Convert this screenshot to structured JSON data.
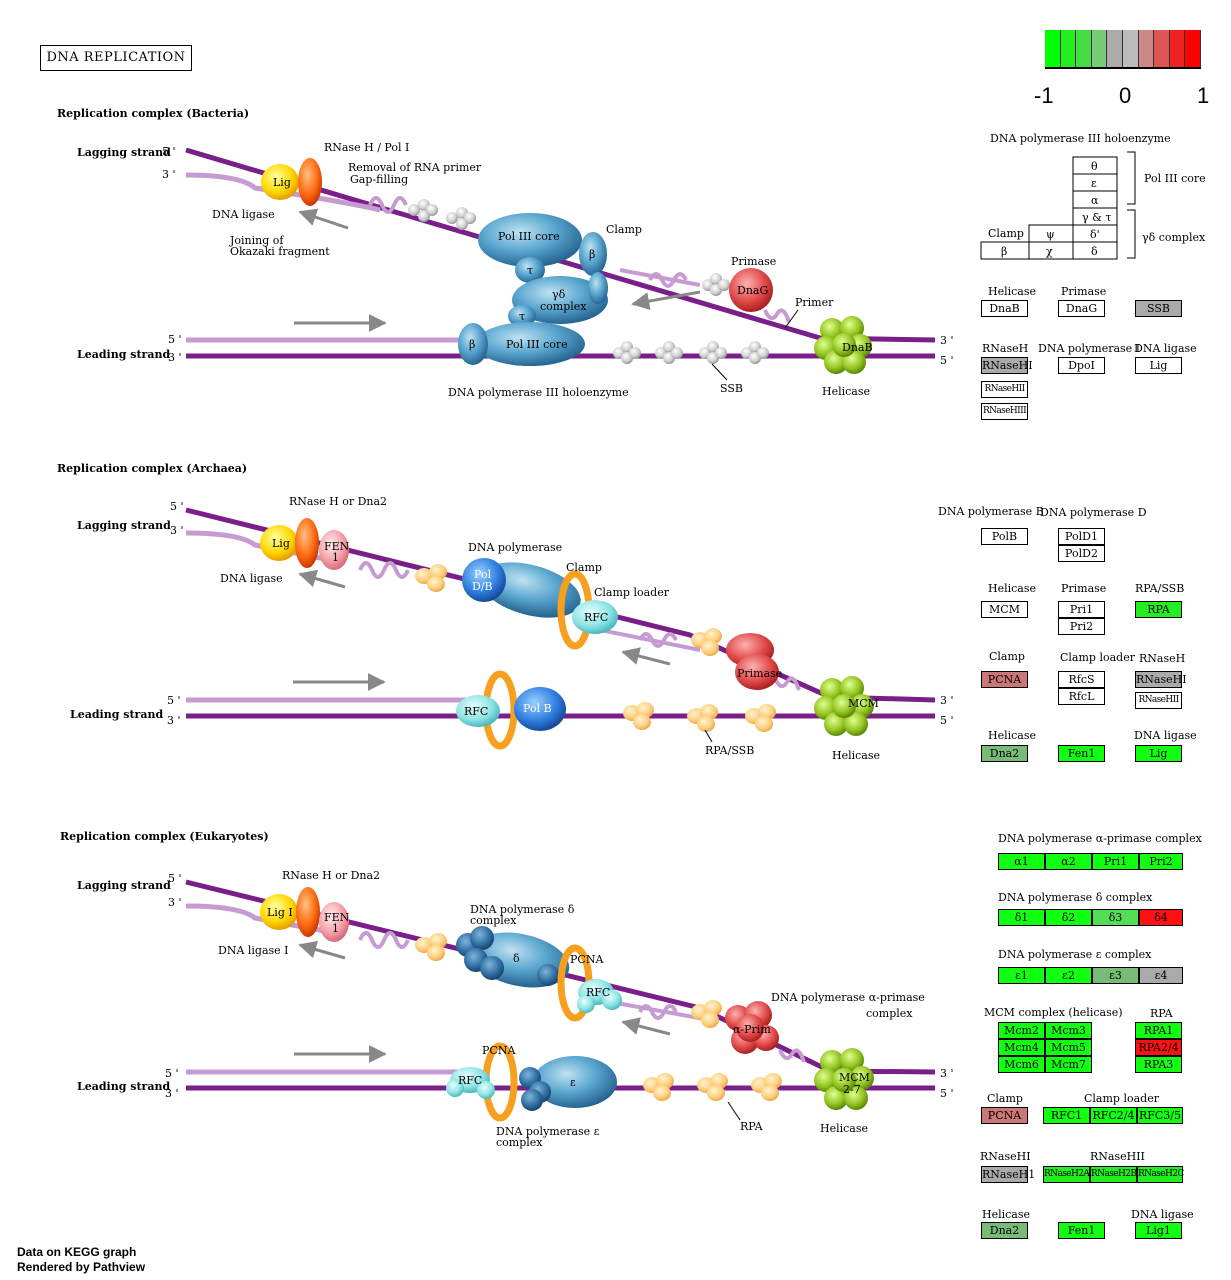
{
  "title": "DNA REPLICATION",
  "legend": {
    "min": "-1",
    "mid": "0",
    "max": "1",
    "colors": [
      "#00ff00",
      "#22ee22",
      "#44dd44",
      "#77cc77",
      "#aaaaaa",
      "#bbbbbb",
      "#cc8888",
      "#dd5555",
      "#ee2222",
      "#ff0000"
    ]
  },
  "footer": {
    "line1": "Data on KEGG graph",
    "line2": "Rendered by Pathview"
  },
  "sections": {
    "bacteria": "Replication complex (Bacteria)",
    "archaea": "Replication complex (Archaea)",
    "eukaryotes": "Replication complex (Eukaryotes)"
  },
  "strands": {
    "lagging": "Lagging strand",
    "leading": "Leading strand",
    "p5": "5 '",
    "p3": "3 '"
  },
  "bact_labels": {
    "rnaseh": "RNase H / Pol I",
    "removal1": "Removal of RNA primer",
    "removal2": "Gap-filling",
    "lig": "Lig",
    "dna_ligase": "DNA ligase",
    "join1": "Joining of",
    "join2": "Okazaki fragment",
    "pol3core": "Pol III core",
    "clamp": "Clamp",
    "beta": "β",
    "tau": "τ",
    "gd1": "γδ",
    "gd2": "complex",
    "primase": "Primase",
    "dnag": "DnaG",
    "primer": "Primer",
    "dnab": "DnaB",
    "helicase": "Helicase",
    "ssb": "SSB",
    "holo": "DNA polymerase III holoenzyme"
  },
  "arch_labels": {
    "rnaseh": "RNase H or Dna2",
    "lig": "Lig",
    "fen1": "FEN",
    "fen2": "1",
    "dna_ligase": "DNA ligase",
    "dnapol": "DNA polymerase",
    "pol1": "Pol",
    "pol2": "D/B",
    "clamp": "Clamp",
    "clamp_loader": "Clamp loader",
    "rfc": "RFC",
    "primase": "Primase",
    "polb": "Pol B",
    "mcm": "MCM",
    "rpa_ssb": "RPA/SSB",
    "helicase": "Helicase"
  },
  "euk_labels": {
    "rnaseh": "RNase H or Dna2",
    "lig": "Lig I",
    "fen1": "FEN",
    "fen2": "1",
    "dna_ligase": "DNA ligase I",
    "pold1": "DNA polymerase δ",
    "pold2": "complex",
    "delta": "δ",
    "pcna": "PCNA",
    "rfc": "RFC",
    "alpha1": "DNA polymerase α-primase",
    "alpha2": "complex",
    "aprim": "α-Prim",
    "mcm1": "MCM",
    "mcm2": "2-7",
    "epsilon": "ε",
    "pole1": "DNA polymerase ε",
    "pole2": "complex",
    "rpa": "RPA",
    "helicase": "Helicase"
  },
  "holo_table": {
    "title": "DNA polymerase III holoenzyme",
    "theta": "θ",
    "eps": "ε",
    "alpha": "α",
    "gt": "γ & τ",
    "clamp": "Clamp",
    "psi": "ψ",
    "dp": "δ'",
    "beta": "β",
    "chi": "χ",
    "delta": "δ",
    "core": "Pol III core",
    "gdcomplex": "γδ complex"
  },
  "gene_boxes": [
    {
      "label": "DnaB",
      "fill": "#ffffff"
    },
    {
      "label": "DnaG",
      "fill": "#ffffff"
    },
    {
      "label": "SSB",
      "fill": "#aaaaaa"
    },
    {
      "label": "RNaseHI",
      "fill": "#aaaaaa"
    },
    {
      "label": "DpoI",
      "fill": "#ffffff"
    },
    {
      "label": "Lig",
      "fill": "#ffffff"
    },
    {
      "label": "RNaseHII",
      "fill": "#ffffff"
    },
    {
      "label": "RNaseHIII",
      "fill": "#ffffff"
    },
    {
      "label": "PolB",
      "fill": "#ffffff"
    },
    {
      "label": "PolD1",
      "fill": "#ffffff"
    },
    {
      "label": "PolD2",
      "fill": "#ffffff"
    },
    {
      "label": "MCM",
      "fill": "#ffffff"
    },
    {
      "label": "Pri1",
      "fill": "#ffffff"
    },
    {
      "label": "Pri2",
      "fill": "#ffffff"
    },
    {
      "label": "RPA",
      "fill": "#22ee22"
    },
    {
      "label": "PCNA",
      "fill": "#cc7777"
    },
    {
      "label": "RfcS",
      "fill": "#ffffff"
    },
    {
      "label": "RfcL",
      "fill": "#ffffff"
    },
    {
      "label": "RNaseHI",
      "fill": "#aaaaaa"
    },
    {
      "label": "RNaseHII",
      "fill": "#ffffff"
    },
    {
      "label": "Dna2",
      "fill": "#77bb77"
    },
    {
      "label": "Fen1",
      "fill": "#11ff11"
    },
    {
      "label": "Lig",
      "fill": "#11ff11"
    },
    {
      "label": "α1",
      "fill": "#11ff11"
    },
    {
      "label": "α2",
      "fill": "#11ff11"
    },
    {
      "label": "Pri1",
      "fill": "#11ff11"
    },
    {
      "label": "Pri2",
      "fill": "#11ff11"
    },
    {
      "label": "δ1",
      "fill": "#11ff11"
    },
    {
      "label": "δ2",
      "fill": "#11ff11"
    },
    {
      "label": "δ3",
      "fill": "#55dd55"
    },
    {
      "label": "δ4",
      "fill": "#ff1111"
    },
    {
      "label": "ε1",
      "fill": "#11ff11"
    },
    {
      "label": "ε2",
      "fill": "#11ff11"
    },
    {
      "label": "ε3",
      "fill": "#77bb77"
    },
    {
      "label": "ε4",
      "fill": "#aaaaaa"
    },
    {
      "label": "Mcm2",
      "fill": "#11ff11"
    },
    {
      "label": "Mcm3",
      "fill": "#11ff11"
    },
    {
      "label": "Mcm4",
      "fill": "#11ff11"
    },
    {
      "label": "Mcm5",
      "fill": "#11ff11"
    },
    {
      "label": "Mcm6",
      "fill": "#11ff11"
    },
    {
      "label": "Mcm7",
      "fill": "#11ff11"
    },
    {
      "label": "RPA1",
      "fill": "#11ff11"
    },
    {
      "label": "RPA2/4",
      "fill": "#ff1111"
    },
    {
      "label": "RPA3",
      "fill": "#11ff11"
    },
    {
      "label": "PCNA",
      "fill": "#cc7777"
    },
    {
      "label": "RFC1",
      "fill": "#11ff11"
    },
    {
      "label": "RFC2/4",
      "fill": "#11ff11"
    },
    {
      "label": "RFC3/5",
      "fill": "#11ff11"
    },
    {
      "label": "RNaseH1",
      "fill": "#aaaaaa"
    },
    {
      "label": "RNaseH2A",
      "fill": "#22ee22"
    },
    {
      "label": "RNaseH2B",
      "fill": "#22ee22"
    },
    {
      "label": "RNaseH2C",
      "fill": "#22ee22"
    },
    {
      "label": "Dna2",
      "fill": "#77bb77"
    },
    {
      "label": "Fen1",
      "fill": "#11ff11"
    },
    {
      "label": "Lig1",
      "fill": "#11ff11"
    }
  ],
  "group_labels": {
    "b_helicase": "Helicase",
    "b_primase": "Primase",
    "b_rnaseh": "RNaseH",
    "b_pol1": "DNA polymerase I",
    "b_ligase": "DNA ligase",
    "a_polb": "DNA polymerase B",
    "a_pold": "DNA polymerase D",
    "a_helicase": "Helicase",
    "a_primase": "Primase",
    "a_rpa": "RPA/SSB",
    "a_clamp": "Clamp",
    "a_loader": "Clamp loader",
    "a_rnaseh": "RNaseH",
    "a_helicase2": "Helicase",
    "a_ligase": "DNA ligase",
    "e_alpha": "DNA polymerase α-primase complex",
    "e_delta": "DNA polymerase δ complex",
    "e_eps": "DNA polymerase ε complex",
    "e_mcm": "MCM complex (helicase)",
    "e_rpa": "RPA",
    "e_clamp": "Clamp",
    "e_loader": "Clamp loader",
    "e_rh1": "RNaseHI",
    "e_rh2": "RNaseHII",
    "e_helicase": "Helicase",
    "e_ligase": "DNA ligase"
  }
}
